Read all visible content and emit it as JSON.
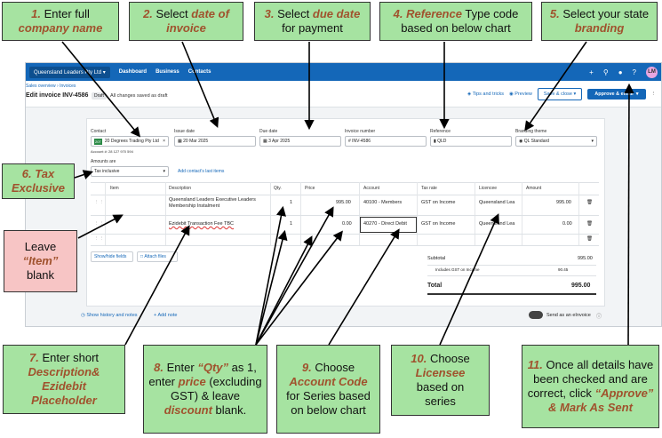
{
  "callouts": {
    "c1": {
      "num": "1.",
      "pre": "Enter full",
      "em": "company name"
    },
    "c2": {
      "num": "2.",
      "pre": "Select",
      "em": "date of invoice"
    },
    "c3": {
      "num": "3.",
      "pre": "Select",
      "em": "due date",
      "post": "for payment"
    },
    "c4": {
      "num": "4.",
      "em": "Reference",
      "post": "Type code based on below chart"
    },
    "c5": {
      "num": "5.",
      "pre": "Select your state",
      "em": "branding"
    },
    "c6": {
      "num": "6.",
      "em": "Tax Exclusive"
    },
    "c_item": {
      "pre": "Leave",
      "em": "“Item”",
      "post": "blank"
    },
    "c7": {
      "num": "7.",
      "pre": "Enter short",
      "em": "Description& Ezidebit Placeholder"
    },
    "c8": {
      "num": "8.",
      "pre": "Enter",
      "em1": "“Qty”",
      "mid1": "as 1, enter",
      "em2": "price",
      "mid2": "(excluding GST) & leave",
      "em3": "discount",
      "post": "blank."
    },
    "c9": {
      "num": "9.",
      "pre": "Choose",
      "em": "Account Code",
      "post": "for Series based on below chart"
    },
    "c10": {
      "num": "10.",
      "pre": "Choose",
      "em": "Licensee",
      "post": "based on series"
    },
    "c11": {
      "num": "11.",
      "pre": "Once all details have been checked and are correct, click",
      "em": "“Approve” & Mark As Sent"
    }
  },
  "nav": {
    "org": "Queensland Leaders Pty Ltd ▾",
    "dashboard": "Dashboard",
    "business": "Business",
    "contacts": "Contacts",
    "avatar": "LM"
  },
  "header": {
    "breadcrumb": "Sales overview  ›  Invoices",
    "title": "Edit invoice INV-4586",
    "tag": "Draft",
    "saved": "All changes saved as draft",
    "tips": "Tips and tricks",
    "preview": "Preview",
    "save_close": "Save & close",
    "approve": "Approve & email"
  },
  "form": {
    "contact_label": "Contact",
    "contact_value": "20 Degrees Trading Pty Ltd",
    "contact_badge": "20T",
    "account_no": "Account #: 28 127 970 594",
    "issue_label": "Issue date",
    "issue_value": "20 Mar 2025",
    "due_label": "Due date",
    "due_value": "3 Apr 2025",
    "invno_label": "Invoice number",
    "invno_value": "INV-4586",
    "ref_label": "Reference",
    "ref_value": "QLD",
    "brand_label": "Branding theme",
    "brand_value": "QL Standard",
    "amounts_label": "Amounts are",
    "amounts_value": "Tax inclusive",
    "add_last_items": "Add contact's last items"
  },
  "table": {
    "headers": [
      "Item",
      "Description",
      "Qty.",
      "Price",
      "Account",
      "Tax rate",
      "Licencee",
      "Amount"
    ],
    "rows": [
      {
        "item": "",
        "desc": "Queensland Leaders Executive Leaders Membership Instalment",
        "qty": "1",
        "price": "995.00",
        "account": "40100 - Members",
        "tax": "GST on Income",
        "lic": "Queensland Lea",
        "amount": "995.00"
      },
      {
        "item": "",
        "desc": "Ezidebit Transaction Fee TBC",
        "qty": "1",
        "price": "0.00",
        "account": "40270 - Direct Debit",
        "tax": "GST on Income",
        "lic": "Queensland Lea",
        "amount": "0.00"
      }
    ],
    "showhide": "Show/hide fields",
    "attach": "Attach files",
    "subtotal_label": "Subtotal",
    "subtotal_value": "995.00",
    "gst_label": "Includes GST on Income",
    "gst_value": "90.45",
    "total_label": "Total",
    "total_value": "995.00"
  },
  "footer": {
    "history": "Show history and notes",
    "add_note": "Add note",
    "einvoice": "Send as an eInvoice"
  },
  "colors": {
    "callout": "#a6e3a1",
    "callout_pink": "#f7c5c5",
    "accent": "#1467b8",
    "emphasis": "#a0522d"
  }
}
